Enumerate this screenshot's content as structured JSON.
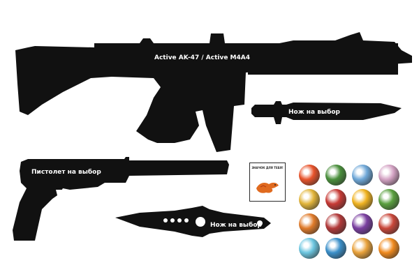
{
  "items": {
    "rifle": {
      "label": "Active AK-47 / Active M4A4",
      "color": "#111111"
    },
    "bayonet": {
      "label": "Нож на выбор",
      "color": "#111111"
    },
    "pistol": {
      "label": "Пистолет на выбор",
      "color": "#111111"
    },
    "throwing_knife": {
      "label": "Нож на выбор",
      "color": "#111111"
    }
  },
  "badge": {
    "text": "ЗНАЧОК ДЛЯ ТЕБЯ!",
    "icon": "dragon-icon"
  },
  "stickers": [
    {
      "icon": "rooster-sticker-icon",
      "color": "#e8532b"
    },
    {
      "icon": "tree-sticker-icon",
      "color": "#4a8f3c"
    },
    {
      "icon": "bug-sticker-icon",
      "color": "#6fa8d8"
    },
    {
      "icon": "bird-sticker-icon",
      "color": "#d4a3c4"
    },
    {
      "icon": "face-sticker-icon",
      "color": "#e2b53a"
    },
    {
      "icon": "skull-mask-sticker-icon",
      "color": "#c73a35"
    },
    {
      "icon": "text-sticker-icon",
      "color": "#f0b321"
    },
    {
      "icon": "flower-sticker-icon",
      "color": "#5aa03f"
    },
    {
      "icon": "dog-sticker-icon",
      "color": "#e07b2a"
    },
    {
      "icon": "mask-sticker-icon",
      "color": "#b23a3a"
    },
    {
      "icon": "monster-sticker-icon",
      "color": "#7a3fa0"
    },
    {
      "icon": "rose-sticker-icon",
      "color": "#c9473a"
    },
    {
      "icon": "unicorn-sticker-icon",
      "color": "#6cc6e0"
    },
    {
      "icon": "robot-sticker-icon",
      "color": "#3a8fc9"
    },
    {
      "icon": "rainbow-sticker-icon",
      "color": "#e9a23b"
    },
    {
      "icon": "fire-sticker-icon",
      "color": "#f08a1e"
    }
  ]
}
